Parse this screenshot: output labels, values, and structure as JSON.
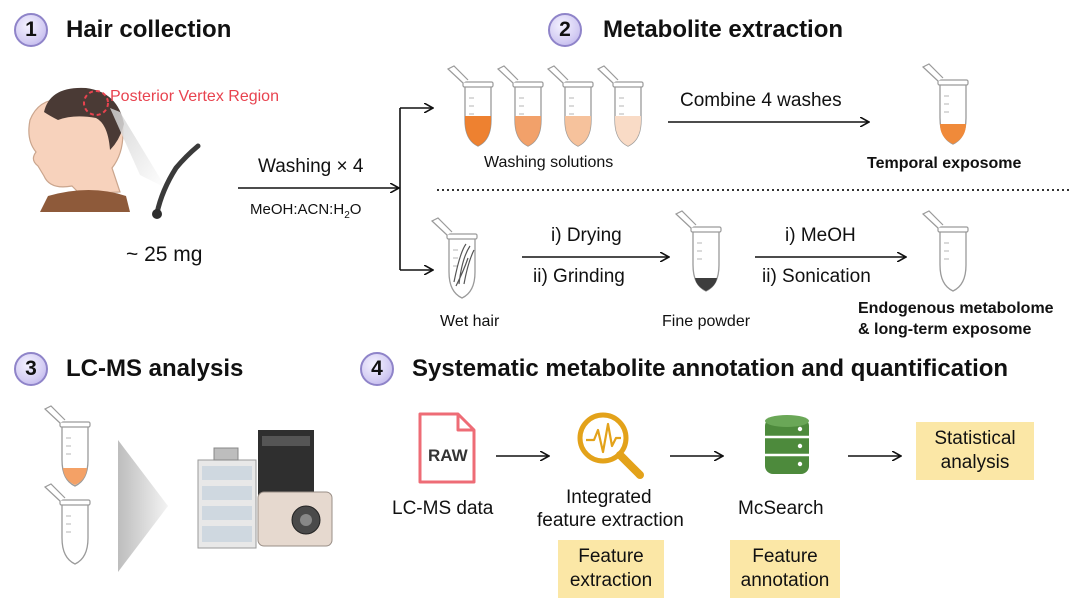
{
  "steps": [
    {
      "number": "1",
      "title": "Hair collection"
    },
    {
      "number": "2",
      "title": "Metabolite extraction"
    },
    {
      "number": "3",
      "title": "LC-MS analysis"
    },
    {
      "number": "4",
      "title": "Systematic metabolite annotation and quantification"
    }
  ],
  "hair_collection": {
    "region_label": "Posterior Vertex Region",
    "amount_label": "~ 25 mg",
    "wash_label": "Washing × 4",
    "solvent_label": "MeOH:ACN:H",
    "solvent_sub": "2",
    "solvent_tail": "O"
  },
  "extraction": {
    "washing_solutions_label": "Washing solutions",
    "combine_label": "Combine 4 washes",
    "temporal_label": "Temporal exposome",
    "wet_hair_label": "Wet hair",
    "drying_label": "i) Drying",
    "grinding_label": "ii) Grinding",
    "fine_powder_label": "Fine powder",
    "meoh_label": "i) MeOH",
    "sonication_label": "ii) Sonication",
    "endogenous_line1": "Endogenous metabolome",
    "endogenous_line2": "& long-term exposome"
  },
  "annotation": {
    "raw_icon_text": "RAW",
    "lcms_data_label": "LC-MS data",
    "integrated_line1": "Integrated",
    "integrated_line2": "feature extraction",
    "mcsearch_label": "McSearch",
    "statistical_line1": "Statistical",
    "statistical_line2": "analysis",
    "feature_extraction_line1": "Feature",
    "feature_extraction_line2": "extraction",
    "feature_annotation_line1": "Feature",
    "feature_annotation_line2": "annotation"
  },
  "colors": {
    "step_circle": "#d4cdf3",
    "region_red": "#e8434f",
    "highlight_yellow": "#fbe7a6",
    "db_green": "#4d8a3c",
    "magnifier_gold": "#e3a21a",
    "wash_orange": "#f08a3a"
  },
  "icons": [
    "head-icon",
    "hair-strand-icon",
    "tube-icon",
    "raw-file-icon",
    "magnifier-icon",
    "database-icon",
    "lcms-instrument-icon"
  ]
}
